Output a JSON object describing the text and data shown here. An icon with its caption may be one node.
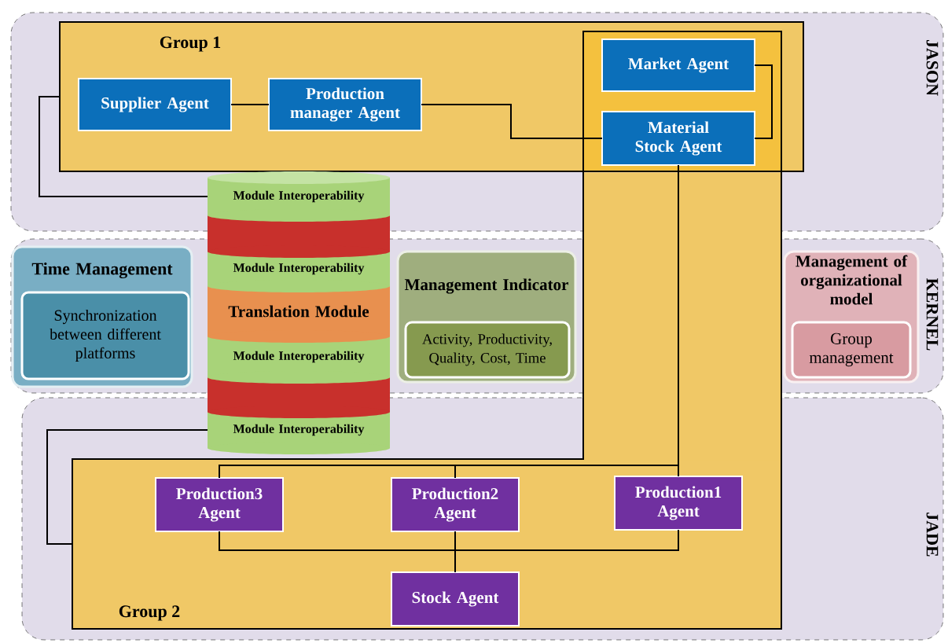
{
  "diagram": {
    "nodes": [
      {
        "text": [
          "JASON"
        ]
      },
      {
        "text": [
          "Group 1"
        ],
        "in": 0
      },
      {
        "text": [
          "Supplier Agent"
        ],
        "in": 1
      },
      {
        "text": [
          "Production manager Agent"
        ],
        "in": 1
      },
      {
        "text": [
          "Market Agent"
        ],
        "in": 1
      },
      {
        "text": [
          "Material Stock Agent"
        ],
        "in": 1
      },
      {
        "text": [
          "Module Interoperability"
        ],
        "in": 0
      },
      {
        "text": [
          "KERNEL"
        ]
      },
      {
        "text": [
          "Time Management"
        ],
        "in": 7
      },
      {
        "text": [
          "Synchronization between different platforms"
        ],
        "in": 8
      },
      {
        "text": [
          "Module Interoperability"
        ],
        "in": 7
      },
      {
        "text": [
          "Translation Module"
        ],
        "in": 7
      },
      {
        "text": [
          "Module Interoperability"
        ],
        "in": 7
      },
      {
        "text": [
          "Management Indicator"
        ],
        "in": 7
      },
      {
        "text": [
          "Activity, Productivity, Quality, Cost, Time"
        ],
        "in": 13
      },
      {
        "text": [
          "Management of organizational model"
        ],
        "in": 7
      },
      {
        "text": [
          "Group management"
        ],
        "in": 15
      },
      {
        "text": [
          "Module Interoperability"
        ],
        "in": 18
      },
      {
        "text": [
          "JADE"
        ]
      },
      {
        "text": [
          "Group 2"
        ],
        "in": 18
      },
      {
        "text": [
          "Production3 Agent"
        ],
        "in": 19
      },
      {
        "text": [
          "Production2 Agent"
        ],
        "in": 19
      },
      {
        "text": [
          "Production1 Agent"
        ],
        "in": 19
      },
      {
        "text": [
          "Stock Agent"
        ],
        "in": 19
      }
    ],
    "edges": [
      {
        "from": 2,
        "to": 3,
        "arrow": "none"
      },
      {
        "from": 3,
        "to": 5,
        "arrow": "none"
      },
      {
        "from": 4,
        "to": 5,
        "arrow": "none"
      },
      {
        "from": 1,
        "to": 6,
        "arrow": "none"
      },
      {
        "from": 5,
        "to": 20,
        "arrow": "none"
      },
      {
        "from": 5,
        "to": 21,
        "arrow": "none"
      },
      {
        "from": 5,
        "to": 22,
        "arrow": "none"
      },
      {
        "from": 17,
        "to": 19,
        "arrow": "none"
      },
      {
        "from": 20,
        "to": 23,
        "arrow": "none"
      },
      {
        "from": 21,
        "to": 23,
        "arrow": "none"
      },
      {
        "from": 22,
        "to": 23,
        "arrow": "none"
      }
    ]
  }
}
